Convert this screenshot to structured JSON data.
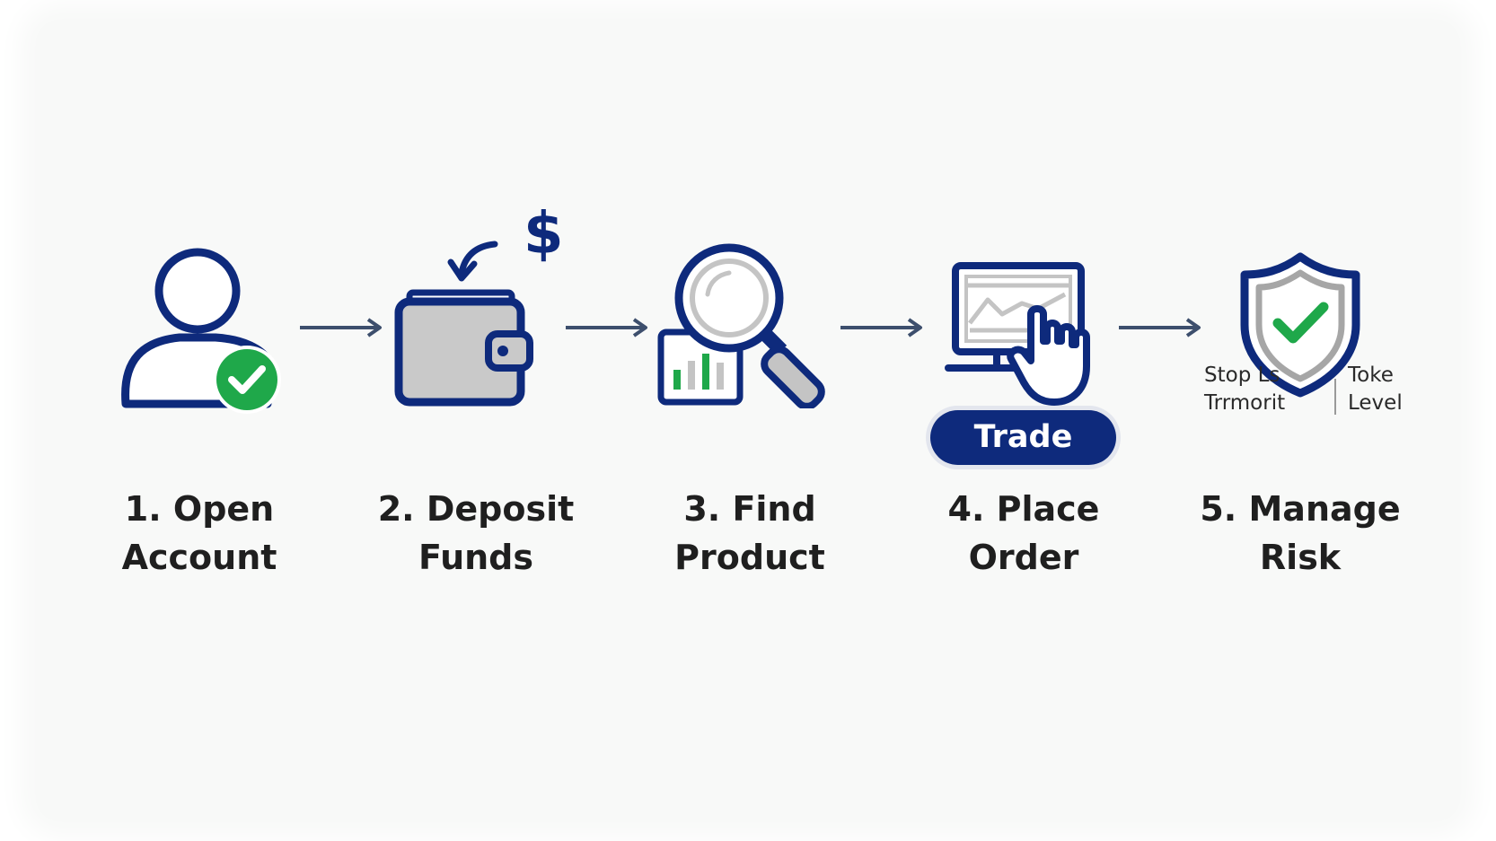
{
  "steps": [
    {
      "number": "1.",
      "line1": "Open",
      "line2": "Account",
      "icon": "user-check-icon"
    },
    {
      "number": "2.",
      "line1": "Deposit",
      "line2": "Funds",
      "icon": "wallet-deposit-icon"
    },
    {
      "number": "3.",
      "line1": "Find",
      "line2": "Product",
      "icon": "magnifier-chart-icon"
    },
    {
      "number": "4.",
      "line1": "Place",
      "line2": "Order",
      "icon": "monitor-click-icon"
    },
    {
      "number": "5.",
      "line1": "Manage",
      "line2": "Risk",
      "icon": "shield-check-icon"
    }
  ],
  "trade_button": {
    "label": "Trade"
  },
  "dollar_sign": "$",
  "risk_notes": {
    "left": {
      "line1": "Stop Ls",
      "line2": "Trrmorit"
    },
    "right": {
      "line1": "Toke",
      "line2": "Level"
    }
  },
  "colors": {
    "navy": "#0e2a7c",
    "green": "#1fa84a",
    "gray": "#c4c4c4",
    "arrow": "#3d4f6d",
    "text": "#1f1f1f"
  }
}
